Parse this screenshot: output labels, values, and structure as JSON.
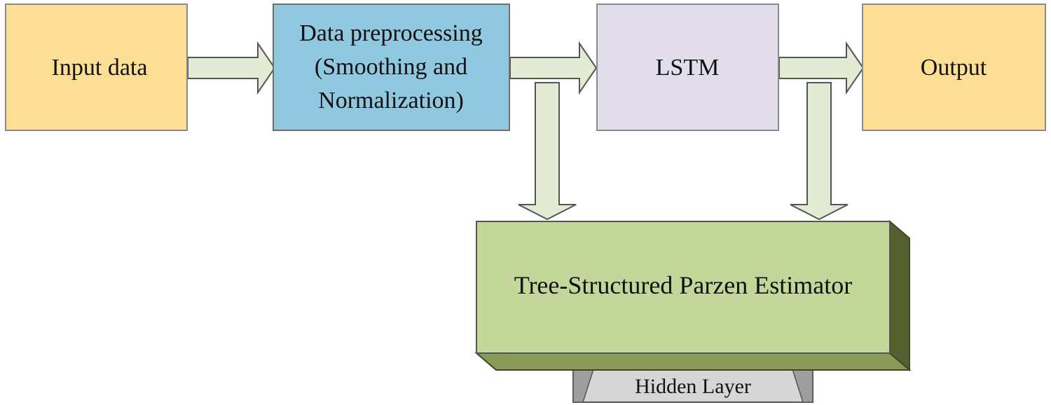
{
  "diagram": {
    "nodes": {
      "input": {
        "label": "Input data",
        "fill": "#FCDF94"
      },
      "preprocessing": {
        "lines": [
          "Data preprocessing",
          "(Smoothing and",
          "Normalization)"
        ],
        "fill": "#8FC8DF"
      },
      "lstm": {
        "label": "LSTM",
        "fill": "#E2DDEB"
      },
      "output": {
        "label": "Output",
        "fill": "#FCDF94"
      },
      "tpe": {
        "label": "Tree-Structured Parzen Estimator",
        "fill": "#C4D79A"
      },
      "hidden_layer": {
        "label": "Hidden Layer",
        "fill": "#D6D6D6"
      }
    },
    "edges": [
      {
        "from": "input",
        "to": "preprocessing"
      },
      {
        "from": "preprocessing",
        "to": "lstm"
      },
      {
        "from": "lstm",
        "to": "output"
      },
      {
        "from": "preprocessing",
        "to": "tpe"
      },
      {
        "from": "lstm",
        "to": "tpe"
      }
    ],
    "arrow_fill": "#E4EBD4"
  }
}
